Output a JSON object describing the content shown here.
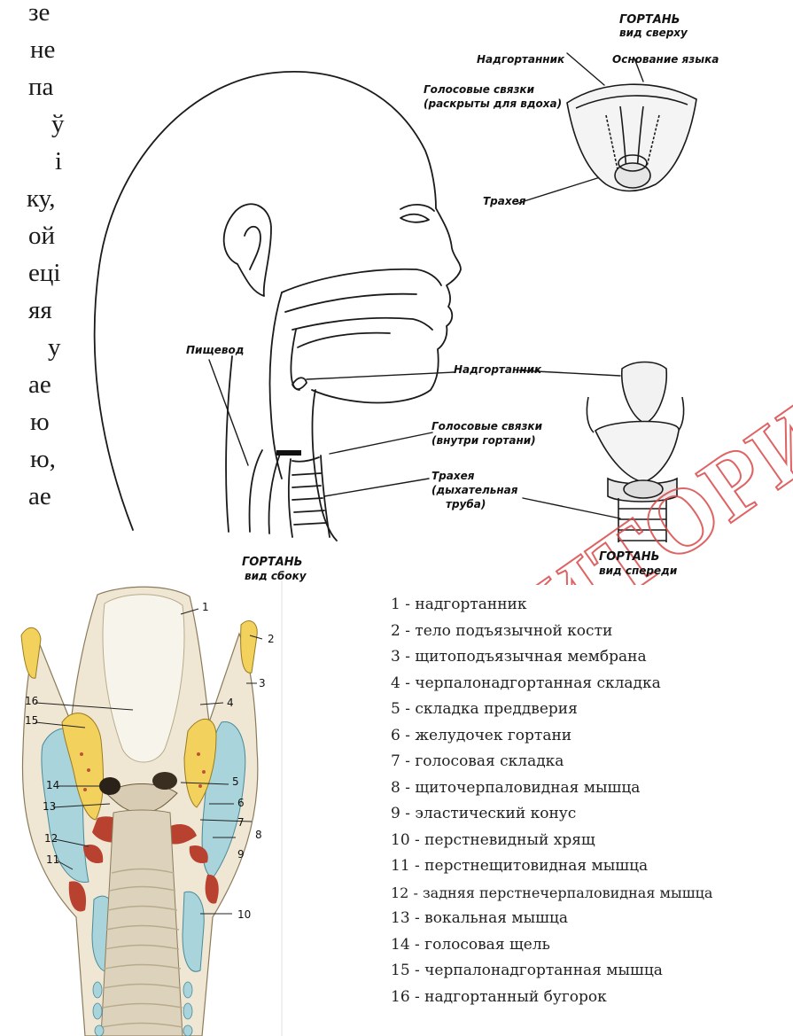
{
  "left_margin_text": [
    "зе",
    "не",
    "па",
    "ў",
    "і",
    "ку,",
    "ой",
    "еці",
    "яя",
    "у",
    "ае",
    "ю",
    "ю,",
    "ае"
  ],
  "figure_top": {
    "top_view_title": "ГОРТАНЬ",
    "top_view_subtitle": "вид сверху",
    "label_epiglottis": "Надгортанник",
    "label_tongue_base": "Основание языка",
    "label_vocal_cords_1": "Голосовые связки",
    "label_vocal_cords_2": "(раскрыты для вдоха)",
    "label_trachea": "Трахея",
    "label_esophagus": "Пищевод",
    "label_epiglottis_side": "Надгортанник",
    "label_vocal_inside_1": "Голосовые связки",
    "label_vocal_inside_2": "(внутри гортани)",
    "label_trachea_side_1": "Трахея",
    "label_trachea_side_2": "(дыхательная",
    "label_trachea_side_3": "труба)",
    "side_view_title": "ГОРТАНЬ",
    "side_view_subtitle": "вид сбоку",
    "front_view_title": "ГОРТАНЬ",
    "front_view_subtitle": "вид спереди"
  },
  "section_numbers": [
    "1",
    "2",
    "3",
    "4",
    "5",
    "6",
    "7",
    "8",
    "9",
    "10",
    "11",
    "12",
    "13",
    "14",
    "15",
    "16"
  ],
  "legend": [
    "1 - надгортанник",
    "2 - тело подъязычной кости",
    "3 - щитоподъязычная мембрана",
    "4 - черпалонадгортанная складка",
    "5 - складка преддверия",
    "6 - желудочек гортани",
    "7 - голосовая складка",
    "8 - щиточерпаловидная мышца",
    "9 - эластический конус",
    "10 - перстневидный хрящ",
    "11 - перстнещитовидная мышца",
    "12 - задняя перстнечерпаловидная мышца",
    "13 - вокальная мышца",
    "14 - голосовая щель",
    "15 - черпалонадгортанная мышца",
    "16 - надгортанный бугорок"
  ],
  "watermark": "РЕПОЗИТОРИЙ БГПУ",
  "colors": {
    "cartilage_blue": "#a9d4dc",
    "bone_yellow": "#f2d25c",
    "muscle_red": "#b9412f",
    "tissue_beige": "#efe7d4",
    "watermark_red": "#d94a4a"
  }
}
